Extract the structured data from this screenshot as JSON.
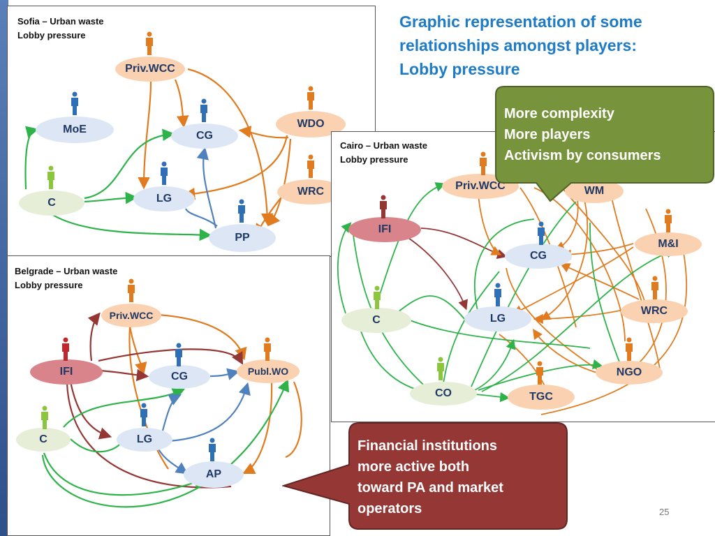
{
  "slide": {
    "title_lines": [
      "Graphic representation of some",
      "relationships amongst players:",
      "Lobby pressure"
    ],
    "page_number": "25"
  },
  "panels": {
    "sofia": {
      "title": "Sofia – Urban waste",
      "subtitle": "Lobby pressure",
      "nodes": [
        "Priv.WCC",
        "MoE",
        "CG",
        "WDO",
        "WRC",
        "C",
        "LG",
        "PP"
      ]
    },
    "belgrade": {
      "title": "Belgrade – Urban waste",
      "subtitle": "Lobby pressure",
      "nodes": [
        "Priv.WCC",
        "IFI",
        "CG",
        "Publ.WO",
        "C",
        "LG",
        "AP"
      ]
    },
    "cairo": {
      "title": "Cairo – Urban waste",
      "subtitle": "Lobby pressure",
      "nodes": [
        "Priv.WCC",
        "WM",
        "IFI",
        "M&I",
        "CG",
        "LG",
        "WRC",
        "C",
        "NGO",
        "CO",
        "TGC"
      ]
    }
  },
  "callouts": {
    "green": [
      "More complexity",
      "More players",
      "Activism by consumers"
    ],
    "red": [
      "Financial institutions",
      "more active both",
      "toward PA and market",
      "operators"
    ]
  },
  "colors": {
    "blue_node": "#dce6f5",
    "orange_node": "#fbd2b1",
    "green_node": "#e6eed7",
    "red_node": "#d9838a",
    "arrow_orange": "#e07b1f",
    "arrow_green": "#2eb34a",
    "arrow_blue": "#4f81bd",
    "arrow_red": "#943634",
    "title_blue": "#1e7bc7",
    "callout_green": "#77933c",
    "callout_red": "#953735"
  }
}
